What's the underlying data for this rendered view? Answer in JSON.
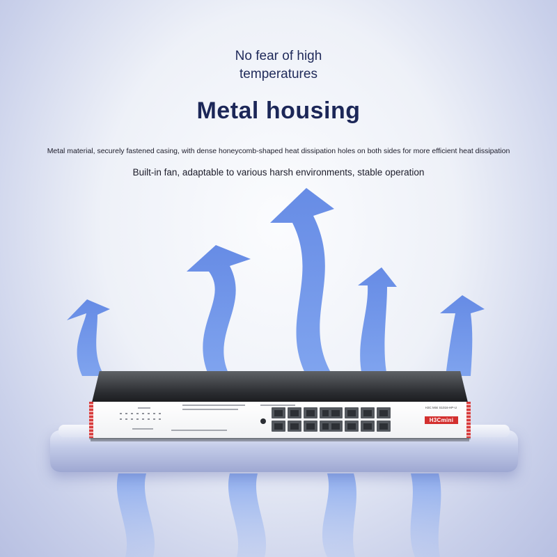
{
  "banner": {
    "subtitle_line1": "No fear of high",
    "subtitle_line2": "temperatures",
    "title": "Metal housing",
    "description_1": "Metal material, securely fastened casing, with dense honeycomb-shaped heat dissipation holes on both sides for more efficient heat dissipation",
    "description_2": "Built-in fan, adaptable to various harsh environments, stable operation"
  },
  "device": {
    "brand": "H3Cmini",
    "model": "H3C Mini S1016-HP-U",
    "port_count": 16
  },
  "colors": {
    "title": "#1c2758",
    "arrow": "#6f93e8",
    "brand_red": "#d3302f",
    "background": "#eef1f8"
  },
  "icons": [
    "heat-flow-arrow-icon",
    "rj45-port-icon",
    "brand-logo"
  ]
}
